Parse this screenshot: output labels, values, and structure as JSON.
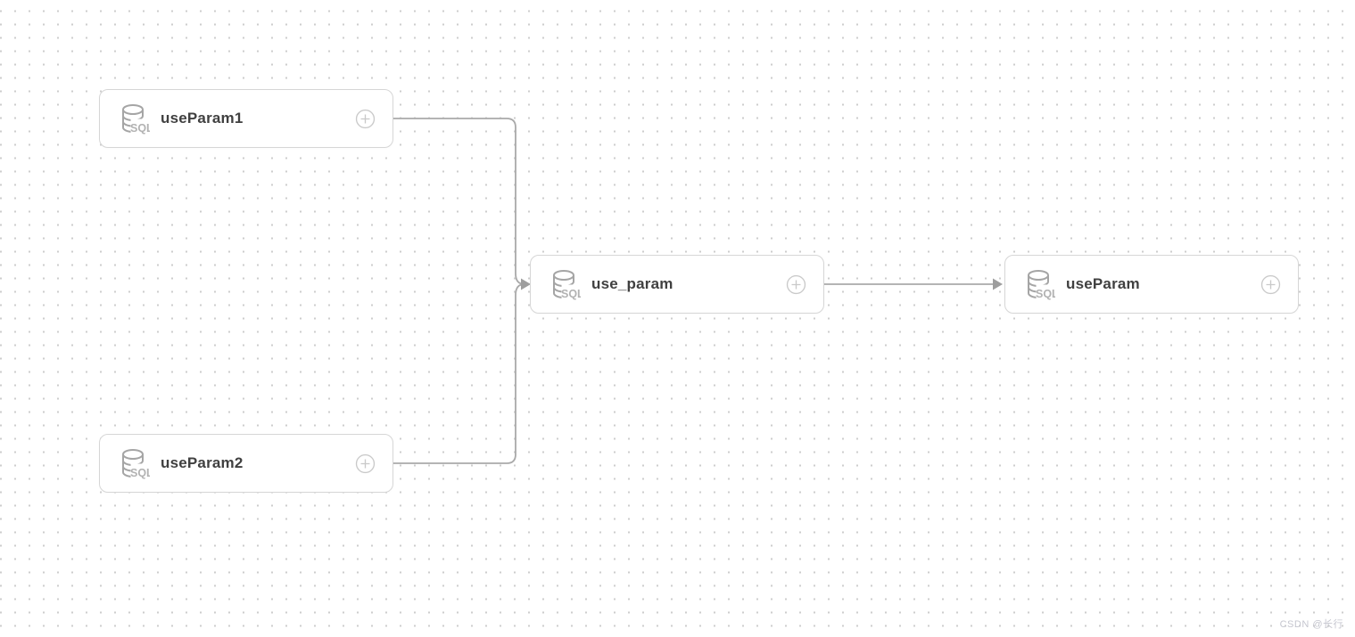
{
  "canvas": {
    "node_icon_label": "SQL",
    "nodes": [
      {
        "label": "useParam1",
        "type": "sql-task"
      },
      {
        "label": "useParam2",
        "type": "sql-task"
      },
      {
        "label": "use_param",
        "type": "sql-task"
      },
      {
        "label": "useParam",
        "type": "sql-task"
      }
    ],
    "edges": [
      {
        "from": "useParam1",
        "to": "use_param"
      },
      {
        "from": "useParam2",
        "to": "use_param"
      },
      {
        "from": "use_param",
        "to": "useParam"
      }
    ]
  },
  "watermark": "CSDN @长行",
  "colors": {
    "node_border": "#d6d6d6",
    "node_label": "#404040",
    "edge_line": "#a9a9a9",
    "arrowhead": "#9e9e9e",
    "grid_dot": "#cdcdcd",
    "db_icon": "#a5a5a5",
    "plus_icon": "#c9c9c9"
  }
}
